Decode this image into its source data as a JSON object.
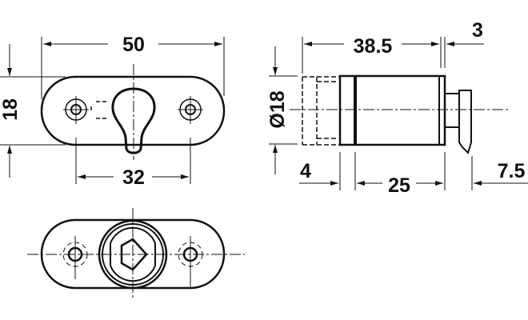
{
  "front_view": {
    "width_label": "50",
    "height_label": "18",
    "hole_spacing_label": "32"
  },
  "side_view": {
    "overall_length_label": "38.5",
    "flange_label": "3",
    "diameter_label": "Ø18",
    "offset_label": "4",
    "body_length_label": "25",
    "cam_label": "7.5"
  },
  "colors": {
    "line": "#111111",
    "background": "#ffffff"
  }
}
